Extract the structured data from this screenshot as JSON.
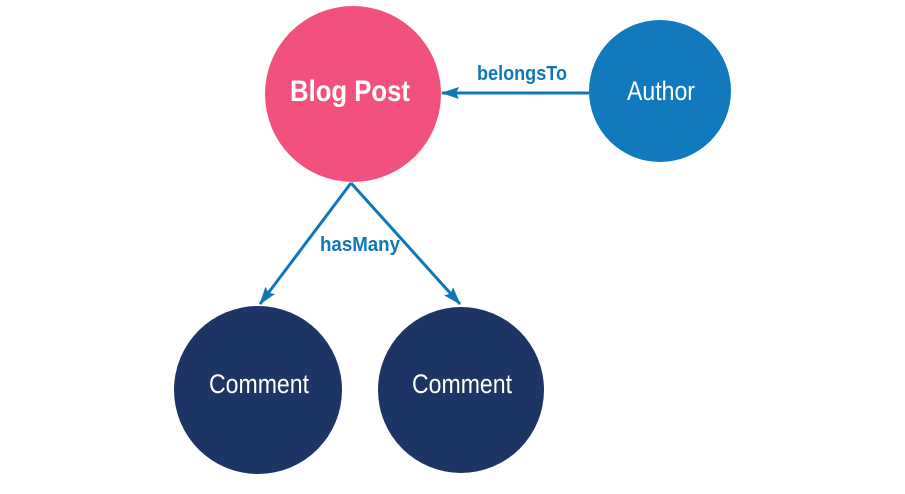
{
  "diagram": {
    "background_color": "#ffffff",
    "arrow_color": "#0f76ba",
    "nodes": {
      "blog_post": {
        "label": "Blog Post",
        "fill": "#f2517d",
        "text_color": "#ffffff"
      },
      "author": {
        "label": "Author",
        "fill": "#1179bd",
        "text_color": "#ffffff"
      },
      "comment_1": {
        "label": "Comment",
        "fill": "#1c3564",
        "text_color": "#ffffff"
      },
      "comment_2": {
        "label": "Comment",
        "fill": "#1c3564",
        "text_color": "#ffffff"
      }
    },
    "edges": {
      "belongs_to": {
        "label": "belongsTo",
        "label_color": "#0f76ba",
        "from": "Author",
        "to": "Blog Post"
      },
      "has_many": {
        "label": "hasMany",
        "label_color": "#0f76ba",
        "from": "Blog Post",
        "to": "Comment"
      }
    }
  }
}
